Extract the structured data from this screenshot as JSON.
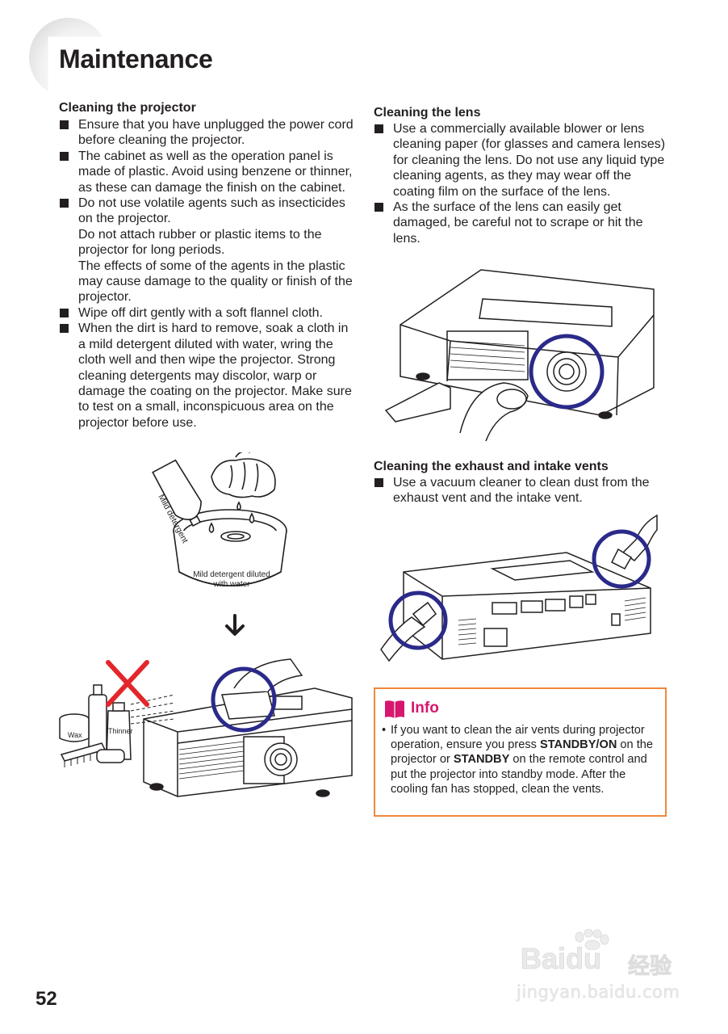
{
  "page": {
    "title": "Maintenance",
    "number": "52"
  },
  "cleaning_projector": {
    "heading": "Cleaning the projector",
    "items": [
      {
        "lines": [
          "Ensure that you have unplugged the power cord before cleaning the projector."
        ]
      },
      {
        "lines": [
          "The cabinet as well as the operation panel is made of plastic. Avoid using benzene or thinner, as these can damage the finish on the cabinet."
        ]
      },
      {
        "lines": [
          "Do not use volatile agents such as insecticides on the projector.",
          "Do not attach rubber or plastic items to the projector for long periods.",
          "The effects of some of the agents in the plastic may cause damage to the quality or finish of the projector."
        ]
      },
      {
        "lines": [
          "Wipe off dirt gently with a soft flannel cloth."
        ]
      },
      {
        "lines": [
          "When the dirt is hard to remove, soak a cloth in a mild detergent diluted with water, wring the cloth well and then wipe the projector. Strong cleaning detergents may discolor, warp or damage the coating on the projector. Make sure to test on a small, inconspicuous area on the projector before use."
        ]
      }
    ]
  },
  "illustration_labels": {
    "bottle": "Mild detergent",
    "bowl_line1": "Mild detergent diluted",
    "bowl_line2": "with water",
    "wax": "Wax",
    "thinner": "Thinner"
  },
  "cleaning_lens": {
    "heading": "Cleaning the lens",
    "items": [
      {
        "lines": [
          "Use a commercially available blower or lens cleaning paper (for glasses and camera lenses) for cleaning the lens. Do not use any liquid type cleaning agents, as they may wear off the coating film on the surface of the lens."
        ]
      },
      {
        "lines": [
          "As the surface of the lens can easily get damaged, be careful not to scrape or hit the lens."
        ]
      }
    ]
  },
  "cleaning_vents": {
    "heading": "Cleaning the exhaust and intake vents",
    "items": [
      {
        "lines": [
          "Use a vacuum cleaner to clean dust from the exhaust vent and the intake vent."
        ]
      }
    ]
  },
  "info": {
    "title": "Info",
    "bullet": "•",
    "text_1": "If you want to clean the air vents during projector operation, ensure you press ",
    "bold_1": "STANDBY/ON",
    "text_2": " on the projector or ",
    "bold_2": "STANDBY",
    "text_3": " on the remote control and put the projector into standby mode. After the cooling fan has stopped, clean the vents."
  },
  "watermark": {
    "brand": "Baidu",
    "chinese": "经验",
    "url": "jingyan.baidu.com"
  },
  "colors": {
    "text": "#231f20",
    "highlight_circle": "#2b2a8a",
    "prohibit_cross": "#e3262b",
    "info_border": "#f0883c",
    "info_title": "#d6176e"
  }
}
